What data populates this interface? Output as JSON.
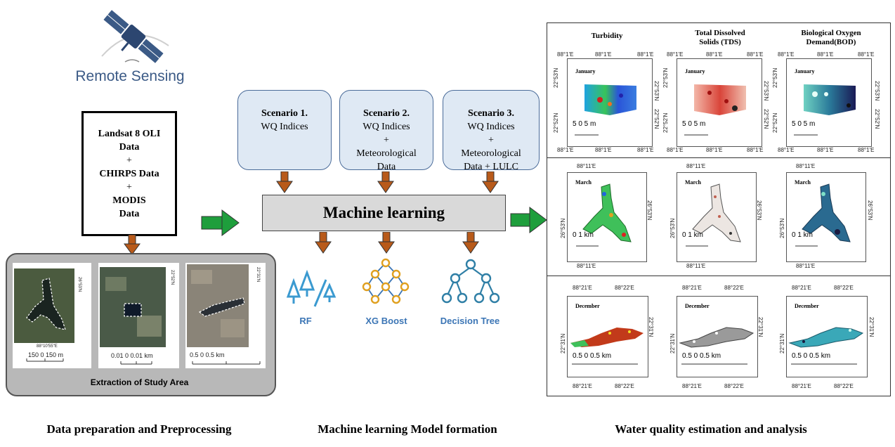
{
  "preparation": {
    "remote_sensing": "Remote Sensing",
    "data_lines": [
      "Landsat 8 OLI",
      "Data",
      "+",
      "CHIRPS Data",
      "+",
      "MODIS",
      "Data"
    ],
    "study_area_label": "Extraction of Study Area",
    "study_maps": [
      {
        "scale": "150    0    150 m",
        "coord": "88°10'55\"E",
        "lat": "26°53'N"
      },
      {
        "scale": "0.01  0  0.01 km",
        "lat": "22°52'N"
      },
      {
        "scale": "0.5          0           0.5 km",
        "lat": "22°31'N"
      }
    ]
  },
  "scenarios": [
    {
      "title": "Scenario 1.",
      "lines": [
        "WQ Indices"
      ]
    },
    {
      "title": "Scenario 2.",
      "lines": [
        "WQ Indices",
        "+",
        "Meteorological",
        "Data"
      ]
    },
    {
      "title": "Scenario 3.",
      "lines": [
        "WQ Indices",
        "+",
        "Meteorological",
        "Data + LULC"
      ]
    }
  ],
  "machine_learning": "Machine learning",
  "models": [
    "RF",
    "XG Boost",
    "Decision Tree"
  ],
  "results": {
    "headers": [
      "Turbidity",
      "Total Dissolved Solids (TDS)",
      "Biological Oxygen Demand(BOD)"
    ],
    "rows": [
      {
        "month": "January",
        "top_coords": [
          "88°1'E",
          "88°1'E",
          "88°1'E"
        ],
        "bottom_coords": [
          "88°1'E",
          "88°1'E",
          "88°1'E"
        ],
        "lat": [
          "22°53'N",
          "22°52'N"
        ],
        "scale": "5    0    5 m"
      },
      {
        "month": "March",
        "top_coords": [
          "88°11'E"
        ],
        "bottom_coords": [
          "88°11'E"
        ],
        "lat": [
          "26°53'N"
        ],
        "scale": "0        1 km"
      },
      {
        "month": "December",
        "top_coords": [
          "88°21'E",
          "88°22'E"
        ],
        "bottom_coords": [
          "88°21'E",
          "88°22'E"
        ],
        "lat": [
          "22°31'N"
        ],
        "scale": "0.5      0      0.5 km"
      }
    ]
  },
  "bottom_labels": [
    "Data preparation  and Preprocessing",
    "Machine learning  Model formation",
    "Water quality estimation and analysis"
  ],
  "colors": {
    "arrow_brown": "#b85a1a",
    "arrow_green": "#1e9e3c",
    "scenario_fill": "#dfe9f4",
    "model_icon": "#3b75b5"
  }
}
